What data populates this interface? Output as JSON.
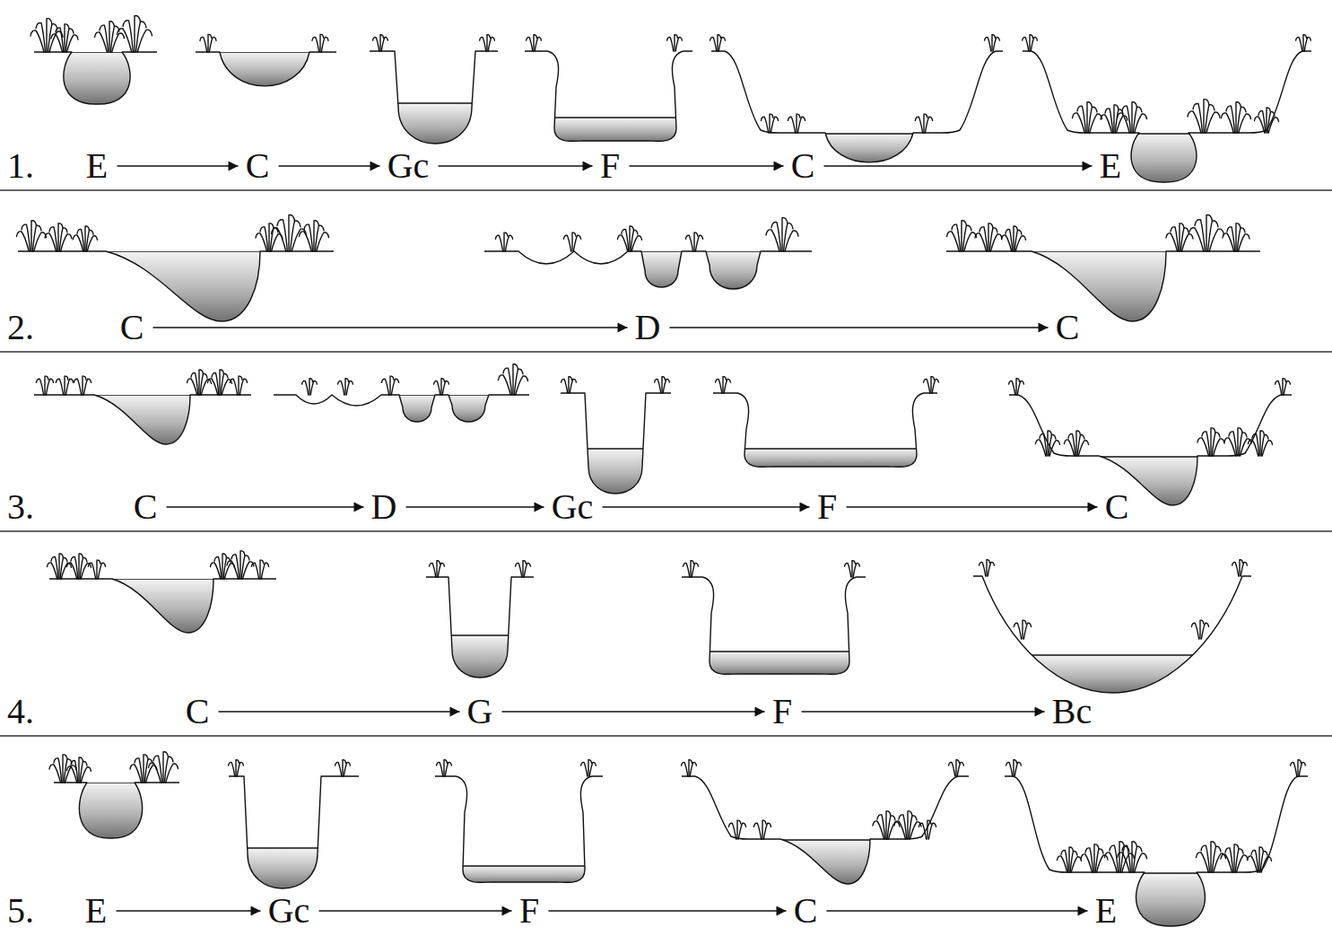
{
  "diagram": {
    "nodes": [
      {
        "text": [
          "E"
        ]
      },
      {
        "text": [
          "C"
        ]
      },
      {
        "text": [
          "Gc"
        ]
      },
      {
        "text": [
          "F"
        ]
      },
      {
        "text": [
          "C"
        ]
      },
      {
        "text": [
          "E"
        ]
      },
      {
        "text": [
          "C"
        ]
      },
      {
        "text": [
          "D"
        ]
      },
      {
        "text": [
          "C"
        ]
      },
      {
        "text": [
          "C"
        ]
      },
      {
        "text": [
          "D"
        ]
      },
      {
        "text": [
          "Gc"
        ]
      },
      {
        "text": [
          "F"
        ]
      },
      {
        "text": [
          "C"
        ]
      },
      {
        "text": [
          "C"
        ]
      },
      {
        "text": [
          "G"
        ]
      },
      {
        "text": [
          "F"
        ]
      },
      {
        "text": [
          "Bc"
        ]
      },
      {
        "text": [
          "E"
        ]
      },
      {
        "text": [
          "Gc"
        ]
      },
      {
        "text": [
          "F"
        ]
      },
      {
        "text": [
          "C"
        ]
      },
      {
        "text": [
          "E"
        ]
      }
    ],
    "edges": [
      {
        "from": 0,
        "to": 1,
        "arrow": "to"
      },
      {
        "from": 1,
        "to": 2,
        "arrow": "to"
      },
      {
        "from": 2,
        "to": 3,
        "arrow": "to"
      },
      {
        "from": 3,
        "to": 4,
        "arrow": "to"
      },
      {
        "from": 4,
        "to": 5,
        "arrow": "to"
      },
      {
        "from": 6,
        "to": 7,
        "arrow": "to"
      },
      {
        "from": 7,
        "to": 8,
        "arrow": "to"
      },
      {
        "from": 9,
        "to": 10,
        "arrow": "to"
      },
      {
        "from": 10,
        "to": 11,
        "arrow": "to"
      },
      {
        "from": 11,
        "to": 12,
        "arrow": "to"
      },
      {
        "from": 12,
        "to": 13,
        "arrow": "to"
      },
      {
        "from": 14,
        "to": 15,
        "arrow": "to"
      },
      {
        "from": 15,
        "to": 16,
        "arrow": "to"
      },
      {
        "from": 16,
        "to": 17,
        "arrow": "to"
      },
      {
        "from": 18,
        "to": 19,
        "arrow": "to"
      },
      {
        "from": 19,
        "to": 20,
        "arrow": "to"
      },
      {
        "from": 20,
        "to": 21,
        "arrow": "to"
      },
      {
        "from": 21,
        "to": 22,
        "arrow": "to"
      }
    ],
    "labels": [
      "1.",
      "2.",
      "3.",
      "4.",
      "5."
    ]
  }
}
